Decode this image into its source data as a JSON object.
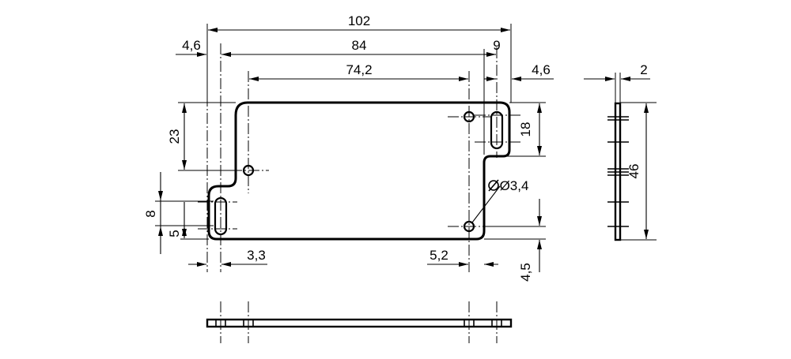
{
  "dimensions": {
    "overall_length": "102",
    "left_offset": "4,6",
    "hole_spacing_outer": "84",
    "right_slot_offset": "9",
    "hole_spacing_inner": "74,2",
    "right_offset": "4,6",
    "side_thickness": "2",
    "upper_step": "23",
    "slot_length": "8",
    "slot_lower": "5",
    "right_slot_length": "18",
    "hole_diameter": "Ø3,4",
    "side_height": "46",
    "left_bottom": "3,3",
    "right_bottom": "5,2",
    "bottom_height": "4,5"
  }
}
